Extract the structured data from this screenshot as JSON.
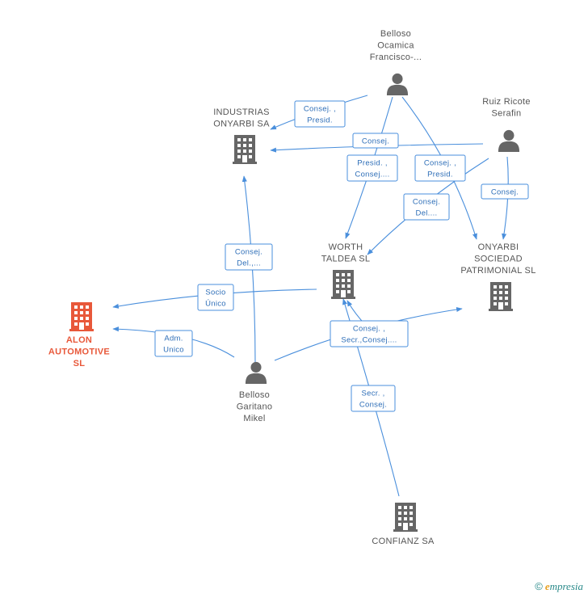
{
  "colors": {
    "edge": "#4a8fdc",
    "label_text": "#2f6fb8",
    "node_gray": "#666666",
    "focus": "#e8583a"
  },
  "nodes": [
    {
      "id": "alon",
      "type": "company",
      "focus": true,
      "label": [
        "ALON",
        "AUTOMOTIVE",
        "SL"
      ],
      "icon": "building-icon"
    },
    {
      "id": "industrias",
      "type": "company",
      "label": [
        "INDUSTRIAS",
        "ONYARBI SA"
      ],
      "icon": "building-icon"
    },
    {
      "id": "worth",
      "type": "company",
      "label": [
        "WORTH",
        "TALDEA SL"
      ],
      "icon": "building-icon"
    },
    {
      "id": "onyarbi_soc",
      "type": "company",
      "label": [
        "ONYARBI",
        "SOCIEDAD",
        "PATRIMONIAL SL"
      ],
      "icon": "building-icon"
    },
    {
      "id": "confianz",
      "type": "company",
      "label": [
        "CONFIANZ SA"
      ],
      "icon": "building-icon"
    },
    {
      "id": "belloso_o",
      "type": "person",
      "label": [
        "Belloso",
        "Ocamica",
        "Francisco-..."
      ],
      "icon": "person-icon"
    },
    {
      "id": "ruiz",
      "type": "person",
      "label": [
        "Ruiz Ricote",
        "Serafin"
      ],
      "icon": "person-icon"
    },
    {
      "id": "belloso_g",
      "type": "person",
      "label": [
        "Belloso",
        "Garitano",
        "Mikel"
      ],
      "icon": "person-icon"
    }
  ],
  "edges": [
    {
      "id": "e1",
      "label": [
        "Consej. ,",
        "Presid."
      ]
    },
    {
      "id": "e2",
      "label": [
        "Consej."
      ]
    },
    {
      "id": "e3",
      "label": [
        "Presid. ,",
        "Consej...."
      ]
    },
    {
      "id": "e4",
      "label": [
        "Consej. ,",
        "Presid."
      ]
    },
    {
      "id": "e5",
      "label": [
        "Consej.",
        "Del...."
      ]
    },
    {
      "id": "e6",
      "label": [
        "Consej."
      ]
    },
    {
      "id": "e7",
      "label": [
        "Consej.",
        "Del.,..."
      ]
    },
    {
      "id": "e8",
      "label": [
        "Socio",
        "Único"
      ]
    },
    {
      "id": "e9",
      "label": [
        "Adm.",
        "Unico"
      ]
    },
    {
      "id": "e10",
      "label": [
        "Consej. ,",
        "Secr.,Consej...."
      ]
    },
    {
      "id": "e11",
      "label": [
        "Secr. ,",
        "Consej."
      ]
    }
  ],
  "footer": {
    "copyright": "©",
    "brand_first": "e",
    "brand_rest": "mpresia"
  }
}
